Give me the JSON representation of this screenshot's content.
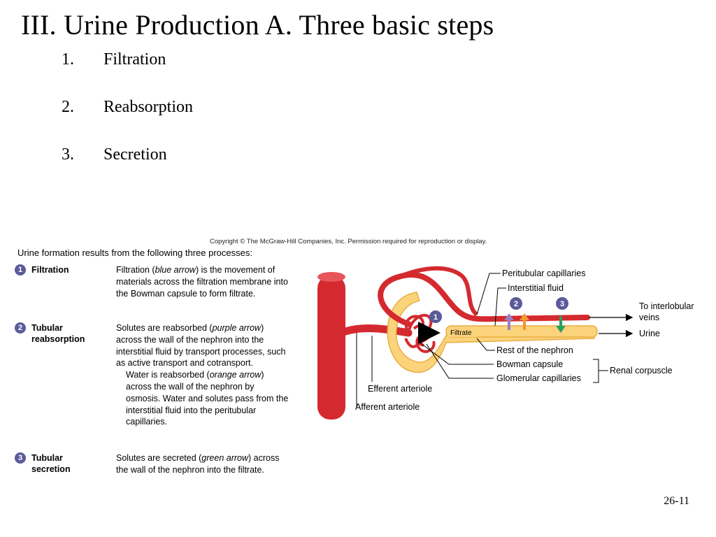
{
  "slide": {
    "title": "III.  Urine Production   A. Three basic steps",
    "steps": [
      {
        "number": "1.",
        "label": "Filtration"
      },
      {
        "number": "2.",
        "label": "Reabsorption"
      },
      {
        "number": "3.",
        "label": "Secretion"
      }
    ],
    "slide_number": "26-11"
  },
  "figure": {
    "copyright": "Copyright © The McGraw-Hill Companies, Inc. Permission required for reproduction or display.",
    "intro": "Urine formation results from the following three processes:",
    "processes": [
      {
        "badge": "1",
        "name_line1": "Filtration",
        "name_line2": "",
        "desc_before": "Filtration (",
        "desc_italic": "blue arrow",
        "desc_after": ") is the movement of materials across the filtration membrane into the Bowman capsule to form filtrate."
      },
      {
        "badge": "2",
        "name_line1": "Tubular",
        "name_line2": "reabsorption",
        "desc_before": "Solutes are reabsorbed (",
        "desc_italic": "purple arrow",
        "desc_after": ") across the wall of the nephron into the interstitial fluid by transport processes, such as active transport and cotransport.",
        "desc2_before": "Water is reabsorbed (",
        "desc2_italic": "orange arrow",
        "desc2_after": ") across the wall of the nephron by osmosis. Water and solutes pass from the interstitial fluid into the peritubular capillaries."
      },
      {
        "badge": "3",
        "name_line1": "Tubular",
        "name_line2": "secretion",
        "desc_before": "Solutes are secreted (",
        "desc_italic": "green arrow",
        "desc_after": ") across the wall of the nephron into the filtrate."
      }
    ],
    "labels": {
      "peritubular_capillaries": "Peritubular capillaries",
      "interstitial_fluid": "Interstitial fluid",
      "to_interlobular_veins_1": "To interlobular",
      "to_interlobular_veins_2": "veins",
      "urine": "Urine",
      "filtrate": "Filtrate",
      "rest_of_nephron": "Rest of the nephron",
      "bowman_capsule": "Bowman capsule",
      "glomerular_capillaries": "Glomerular capillaries",
      "renal_corpuscle": "Renal corpuscle",
      "efferent_arteriole": "Efferent arteriole",
      "afferent_arteriole": "Afferent arteriole",
      "badge_1": "1",
      "badge_2": "2",
      "badge_3": "3"
    },
    "colors": {
      "vessel": "#d42a2f",
      "vessel_highlight": "#e8555a",
      "nephron": "#fbd37a",
      "nephron_edge": "#e9ae45",
      "badge": "#5b5a9a",
      "filtration_arrow": "#2fa6dc",
      "reabsorption_arrow": "#9b7fc6",
      "water_arrow": "#f29a2e",
      "secretion_arrow": "#2aa060"
    }
  }
}
